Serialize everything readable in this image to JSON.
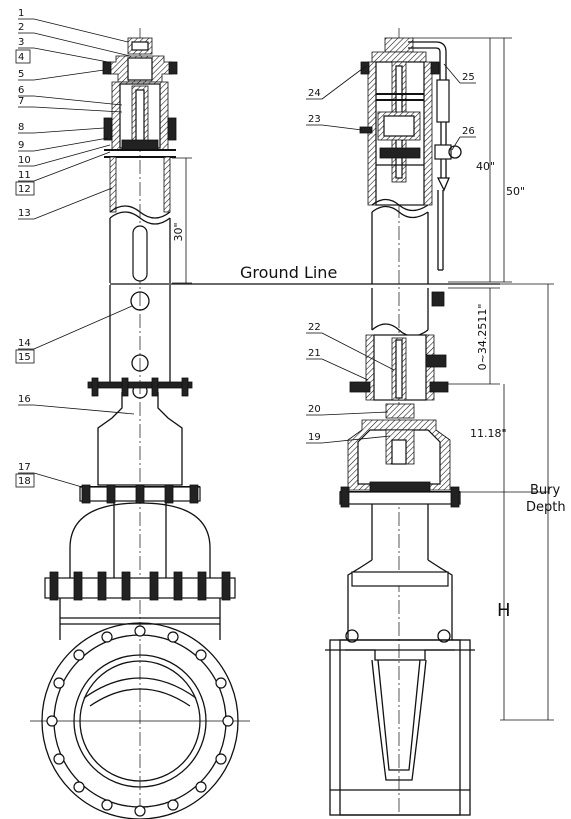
{
  "callouts": {
    "c1": "1",
    "c2": "2",
    "c3": "3",
    "c4": "4",
    "c5": "5",
    "c6": "6",
    "c7": "7",
    "c8": "8",
    "c9": "9",
    "c10": "10",
    "c11": "11",
    "c12": "12",
    "c13": "13",
    "c14": "14",
    "c15": "15",
    "c16": "16",
    "c17": "17",
    "c18": "18",
    "c19": "19",
    "c20": "20",
    "c21": "21",
    "c22": "22",
    "c23": "23",
    "c24": "24",
    "c25": "25",
    "c26": "26"
  },
  "labels": {
    "ground_line": "Ground Line",
    "bury": "Bury",
    "depth": "Depth",
    "h": "H"
  },
  "dimensions": {
    "d30": "30\"",
    "d40": "40\"",
    "d50": "50\"",
    "range": "0~34.2511\"",
    "d11": "11.18\""
  }
}
